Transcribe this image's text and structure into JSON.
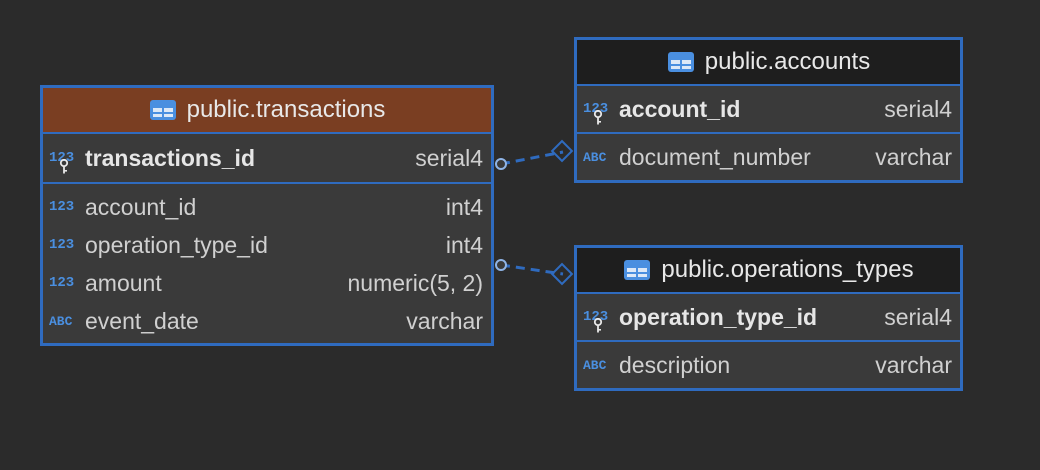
{
  "colors": {
    "background": "#2b2b2b",
    "border": "#2f6bbf",
    "transactions_header": "#7a3e22",
    "dark_header": "#1e1e1e",
    "numeric_icon": "#4a8fe0"
  },
  "tables": {
    "transactions": {
      "title": "public.transactions",
      "pk": {
        "icon": "123",
        "name": "transactions_id",
        "type": "serial4"
      },
      "columns": [
        {
          "icon": "123",
          "name": "account_id",
          "type": "int4"
        },
        {
          "icon": "123",
          "name": "operation_type_id",
          "type": "int4"
        },
        {
          "icon": "123",
          "name": "amount",
          "type": "numeric(5, 2)"
        },
        {
          "icon": "ABC",
          "name": "event_date",
          "type": "varchar"
        }
      ]
    },
    "accounts": {
      "title": "public.accounts",
      "pk": {
        "icon": "123",
        "name": "account_id",
        "type": "serial4"
      },
      "columns": [
        {
          "icon": "ABC",
          "name": "document_number",
          "type": "varchar"
        }
      ]
    },
    "operations_types": {
      "title": "public.operations_types",
      "pk": {
        "icon": "123",
        "name": "operation_type_id",
        "type": "serial4"
      },
      "columns": [
        {
          "icon": "ABC",
          "name": "description",
          "type": "varchar"
        }
      ]
    }
  }
}
